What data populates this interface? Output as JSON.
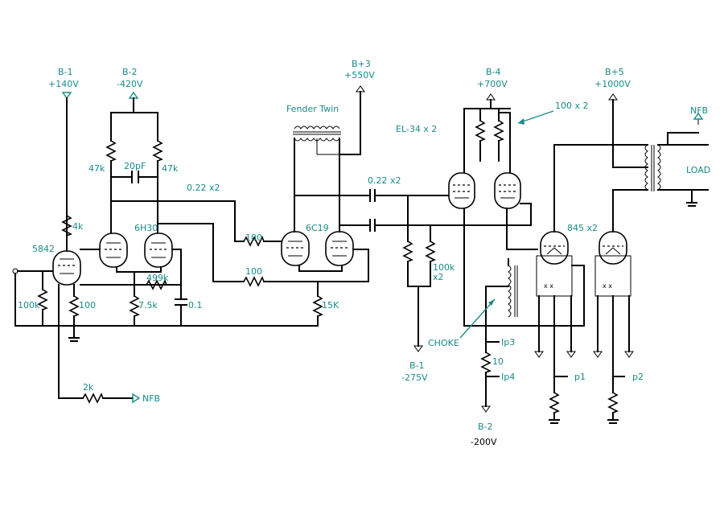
{
  "supplies": {
    "b1_top": {
      "name": "B-1",
      "voltage": "+140V"
    },
    "b2_top": {
      "name": "B-2",
      "voltage": "-420V"
    },
    "b3": {
      "name": "B+3",
      "voltage": "+550V"
    },
    "b4": {
      "name": "B-4",
      "voltage": "+700V"
    },
    "b5": {
      "name": "B+5",
      "voltage": "+1000V"
    },
    "b1_bottom": {
      "name": "B-1",
      "voltage": "-275V"
    },
    "b2_bottom": {
      "name": "B-2",
      "voltage": "-200V"
    }
  },
  "labels": {
    "r_47k_left": "47k",
    "c_20pf": "20pF",
    "r_47k_right": "47k",
    "cap_022_left": "0.22 x2",
    "r_4k": "4k",
    "tube_5842": "5842",
    "tube_6n30": "6H30",
    "r_100k_grid": "100k",
    "r_100_cathode": "100",
    "r_499k": "499k",
    "r_75k": "7.5k",
    "c_01": "0.1",
    "r_100_upper": "100",
    "r_100_lower": "100",
    "fender_twin": "Fender Twin",
    "tube_6c19": "6C19",
    "r_15k": "15K",
    "cap_022_right": "0.22 x2",
    "r_100k_x2": "100k\nx2",
    "el34_x2": "EL-34 x 2",
    "r_100_x2": "100 x 2",
    "choke": "CHOKE",
    "r_10": "10",
    "ip3": "Ip3",
    "ip4": "Ip4",
    "tube_845": "845 x2",
    "p1": "p1",
    "p2": "p2",
    "nfb_out": "NFB",
    "load": "LOAD",
    "r_2k": "2k",
    "nfb_in": "NFB"
  },
  "colors": {
    "label": "#1a8a8a",
    "wire": "#000000",
    "background": "#ffffff"
  }
}
